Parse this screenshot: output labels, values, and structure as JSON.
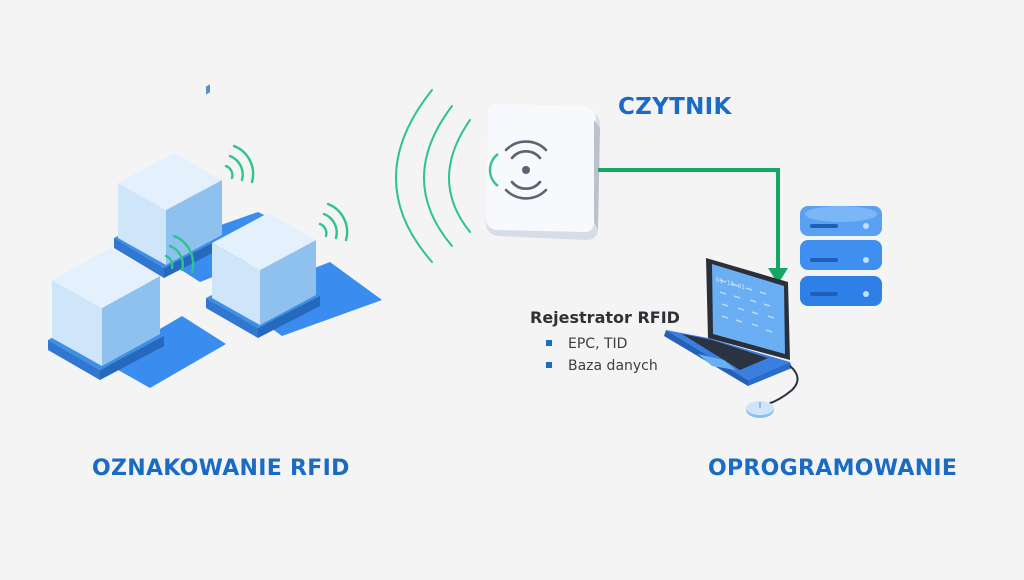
{
  "labels": {
    "reader": "CZYTNIK",
    "tagging": "OZNAKOWANIE RFID",
    "software": "OPROGRAMOWANIE"
  },
  "recorder": {
    "title": "Rejestrator RFID",
    "items": [
      "EPC, TID",
      "Baza danych"
    ]
  },
  "colors": {
    "background": "#f4f4f4",
    "accent_blue": "#1a6bc4",
    "signal_green": "#2ec48a",
    "connector_green": "#14a865",
    "box_light": "#cfe6fa",
    "box_mid": "#9ac8ef",
    "box_dark": "#5aa0e3",
    "shadow_blue": "#2f86ee",
    "text_dark": "#2f3136"
  },
  "icons": [
    "rfid-tag-signal-icon",
    "reader-antenna-icon",
    "server-stack-icon",
    "laptop-icon",
    "mouse-icon",
    "pallet-box-icon"
  ]
}
